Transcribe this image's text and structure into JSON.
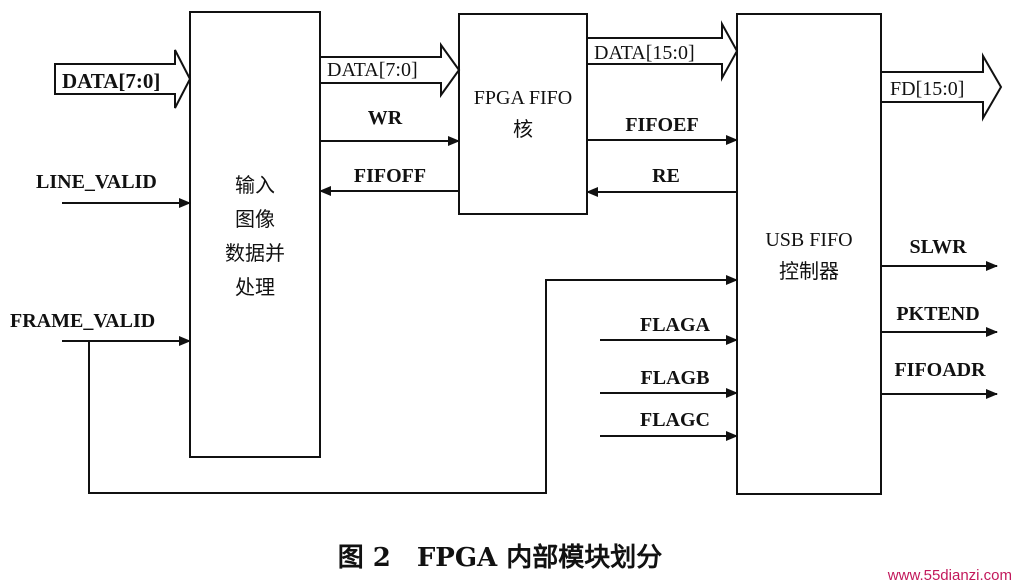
{
  "blocks": {
    "input_processing": [
      "输入",
      "图像",
      "数据并",
      "处理"
    ],
    "fpga_fifo": [
      "FPGA FIFO",
      "核"
    ],
    "usb_controller": [
      "USB FIFO",
      "控制器"
    ]
  },
  "signals": {
    "data_in": "DATA[7:0]",
    "line_valid": "LINE_VALID",
    "frame_valid": "FRAME_VALID",
    "data_mid": "DATA[7:0]",
    "wr": "WR",
    "fifoff": "FIFOFF",
    "data_wide": "DATA[15:0]",
    "fifoef": "FIFOEF",
    "re": "RE",
    "fd_out": "FD[15:0]",
    "slwr": "SLWR",
    "pktend": "PKTEND",
    "fifoadr": "FIFOADR",
    "flaga": "FLAGA",
    "flagb": "FLAGB",
    "flagc": "FLAGC"
  },
  "caption": "图 2　FPGA 内部模块划分",
  "watermark": "www.55dianzi.com"
}
